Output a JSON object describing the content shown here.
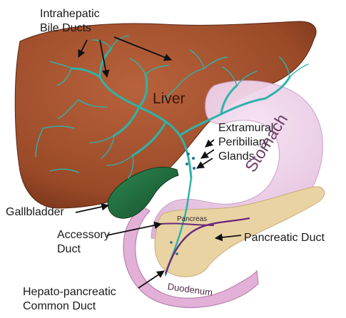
{
  "labels": {
    "intrahepatic": "Intrahepatic\nBile Ducts",
    "liver": "Liver",
    "extramural": "Extramural\nPeribiliary\nGlands",
    "stomach": "Stomach",
    "gallbladder": "Gallbladder",
    "pancreas": "Pancreas",
    "accessory": "Accessory\nDuct",
    "pancreatic_duct": "Pancreatic Duct",
    "duodenum": "Duodenum",
    "hepato": "Hepato-pancreatic\nCommon Duct"
  },
  "colors": {
    "liver": "#9a4a28",
    "liver_dark": "#6e2f16",
    "bile_duct": "#2fb3a8",
    "gallbladder": "#1f6b3c",
    "stomach": "#edc9e6",
    "stomach_edge": "#d9a9d1",
    "pancreas": "#e9d3a3",
    "pancreatic_duct": "#6a2a7a",
    "duodenum": "#e3b0d8"
  }
}
